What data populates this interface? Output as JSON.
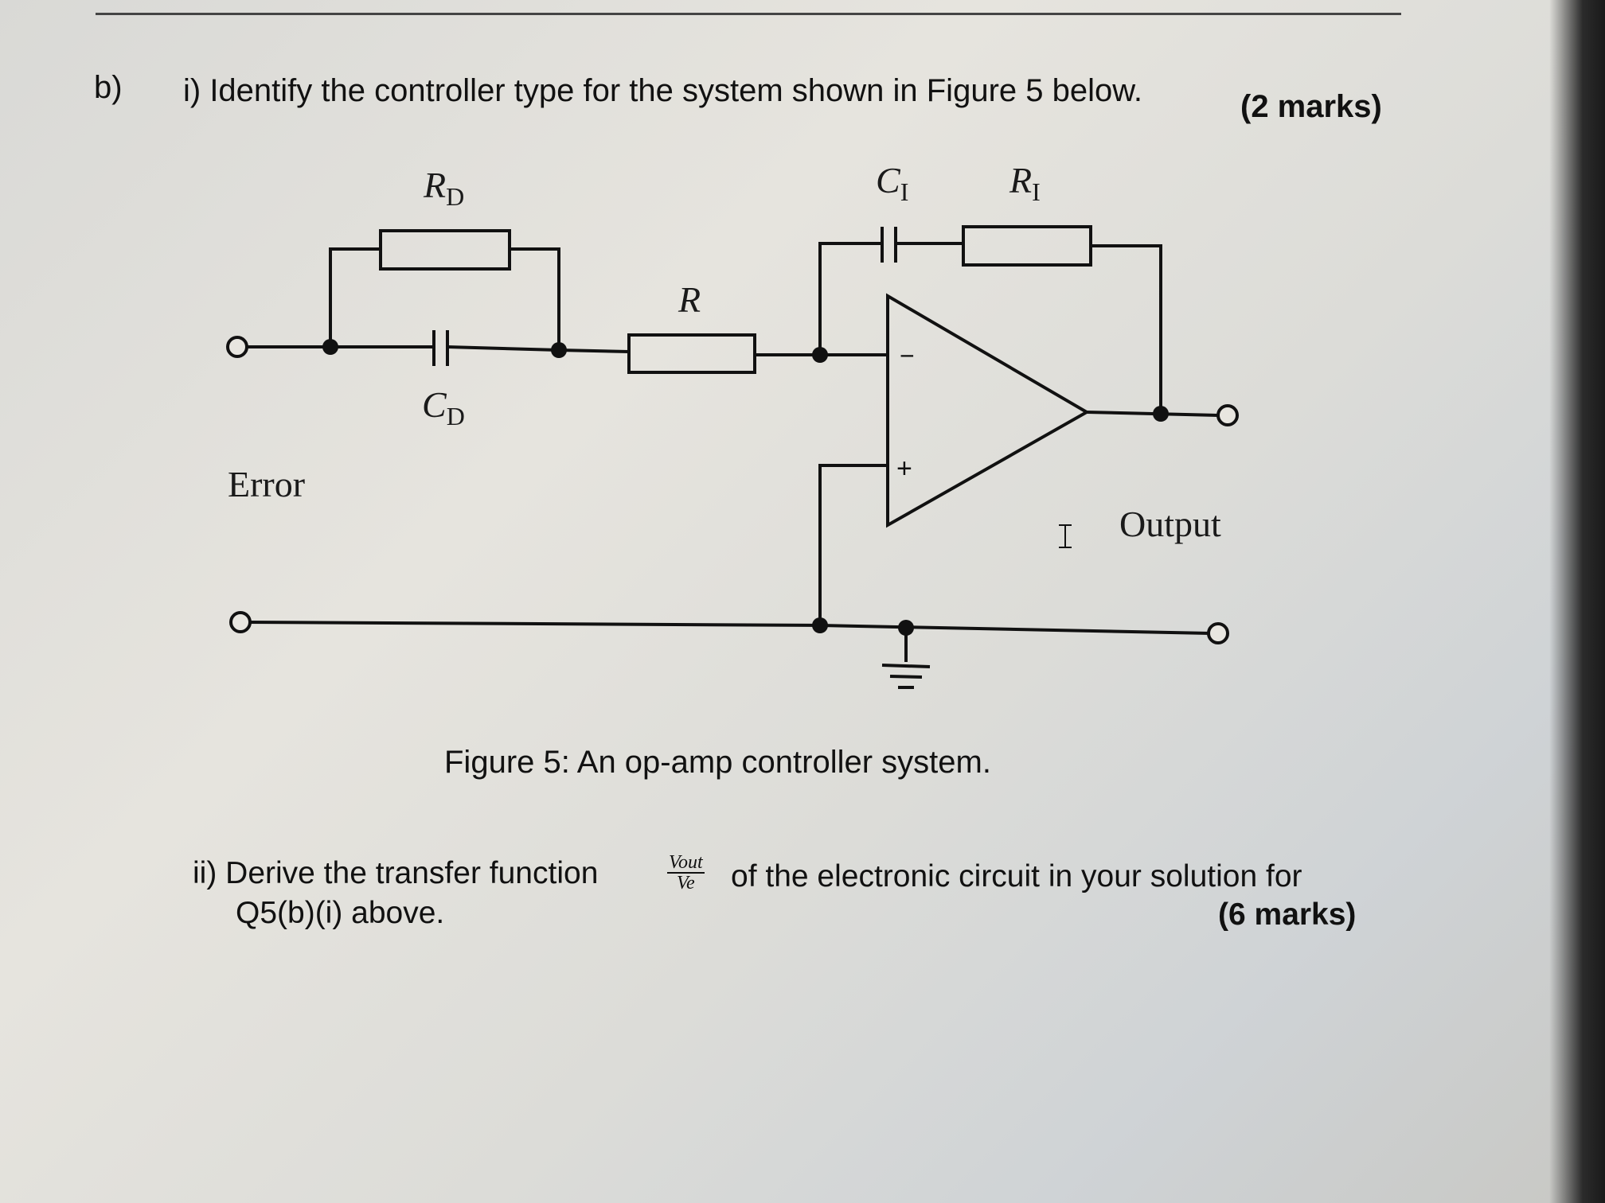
{
  "question": {
    "part_label": "b)",
    "sub_i": "i) Identify the controller type for the system shown in Figure 5 below.",
    "marks_i": "(2 marks)",
    "caption": "Figure 5: An op-amp controller system.",
    "sub_ii_start": "ii) Derive the transfer function",
    "sub_ii_end": "of the electronic circuit in your solution for",
    "sub_ii_line2": "Q5(b)(i) above.",
    "marks_ii": "(6 marks)",
    "fraction": {
      "numerator": "Vout",
      "denominator": "Ve"
    }
  },
  "circuit": {
    "rd": {
      "symbol": "R",
      "subscript": "D"
    },
    "cd": {
      "symbol": "C",
      "subscript": "D"
    },
    "ci": {
      "symbol": "C",
      "subscript": "I"
    },
    "ri": {
      "symbol": "R",
      "subscript": "I"
    },
    "r": {
      "symbol": "R"
    },
    "opamp": {
      "minus": "−",
      "plus": "+"
    },
    "input_label": "Error",
    "output_label": "Output",
    "cursor_glyph": "I"
  },
  "colors": {
    "ink": "#111111",
    "background": "#dedcd6"
  }
}
